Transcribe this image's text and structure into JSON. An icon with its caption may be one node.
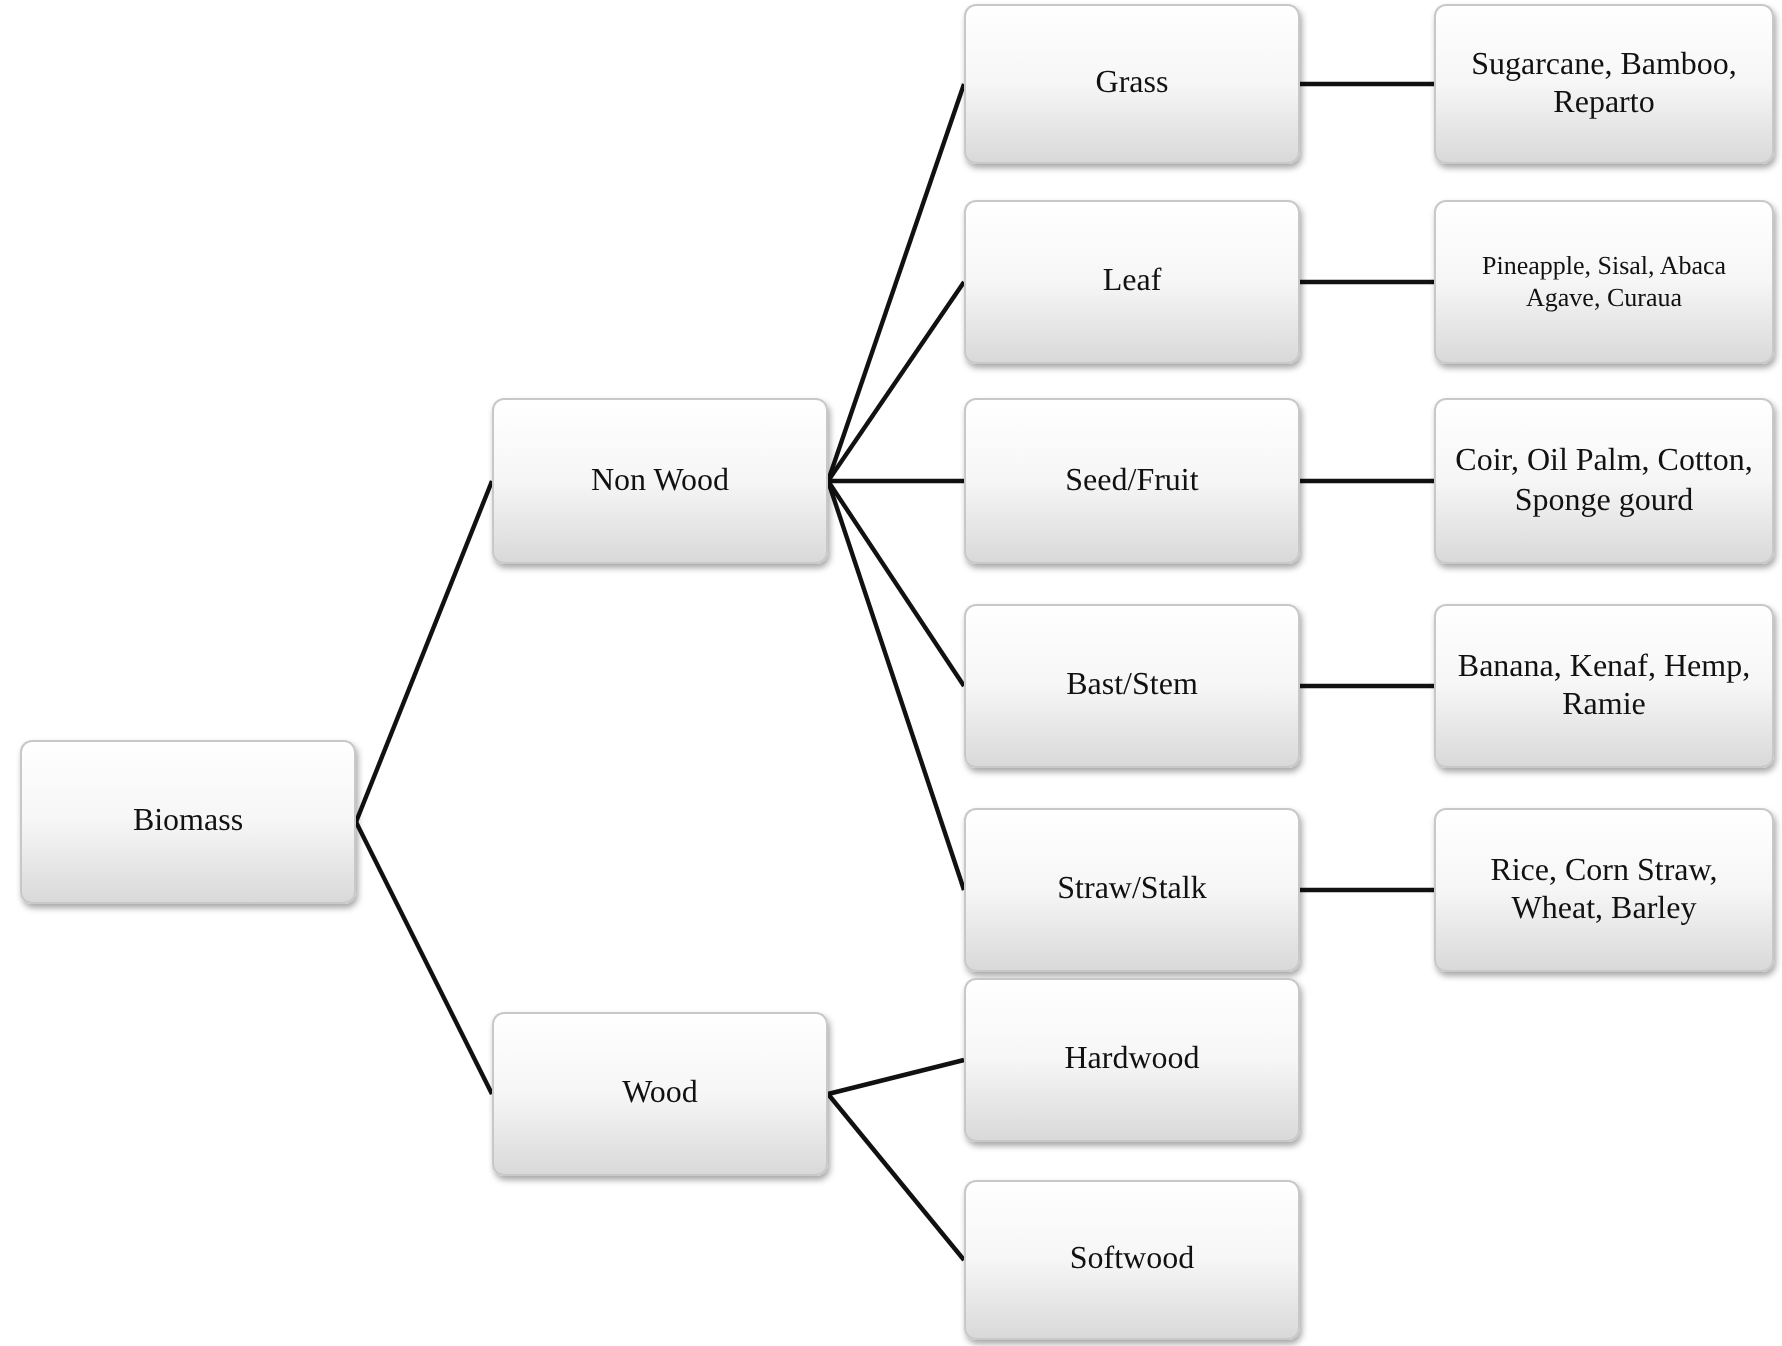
{
  "diagram": {
    "nodes": [
      {
        "text": [
          "Biomass"
        ]
      },
      {
        "text": [
          "Non Wood"
        ]
      },
      {
        "text": [
          "Grass"
        ]
      },
      {
        "text": [
          "Sugarcane, Bamboo, Reparto"
        ]
      },
      {
        "text": [
          "Leaf"
        ]
      },
      {
        "text": [
          "Pineapple, Sisal, Abaca Agave, Curaua"
        ]
      },
      {
        "text": [
          "Seed/Fruit"
        ]
      },
      {
        "text": [
          "Coir, Oil Palm, Cotton, Sponge gourd"
        ]
      },
      {
        "text": [
          "Bast/Stem"
        ]
      },
      {
        "text": [
          "Banana, Kenaf, Hemp, Ramie"
        ]
      },
      {
        "text": [
          "Straw/Stalk"
        ]
      },
      {
        "text": [
          "Rice, Corn Straw, Wheat, Barley"
        ]
      },
      {
        "text": [
          "Wood"
        ]
      },
      {
        "text": [
          "Hardwood"
        ]
      },
      {
        "text": [
          "Softwood"
        ]
      }
    ],
    "edges": [
      {
        "from": 0,
        "to": 1,
        "arrow": "none"
      },
      {
        "from": 0,
        "to": 12,
        "arrow": "none"
      },
      {
        "from": 1,
        "to": 2,
        "arrow": "none"
      },
      {
        "from": 1,
        "to": 4,
        "arrow": "none"
      },
      {
        "from": 1,
        "to": 6,
        "arrow": "none"
      },
      {
        "from": 1,
        "to": 8,
        "arrow": "none"
      },
      {
        "from": 1,
        "to": 10,
        "arrow": "none"
      },
      {
        "from": 2,
        "to": 3,
        "arrow": "none"
      },
      {
        "from": 4,
        "to": 5,
        "arrow": "none"
      },
      {
        "from": 6,
        "to": 7,
        "arrow": "none"
      },
      {
        "from": 8,
        "to": 9,
        "arrow": "none"
      },
      {
        "from": 10,
        "to": 11,
        "arrow": "none"
      },
      {
        "from": 12,
        "to": 13,
        "arrow": "none"
      },
      {
        "from": 12,
        "to": 14,
        "arrow": "none"
      }
    ]
  }
}
